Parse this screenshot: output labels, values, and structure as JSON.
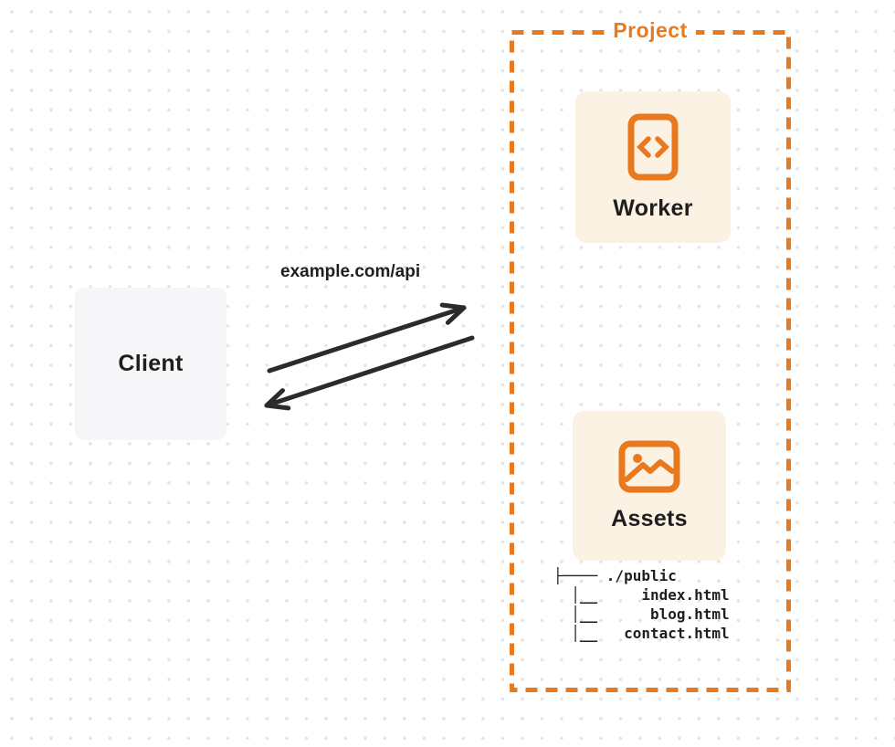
{
  "project": {
    "label": "Project"
  },
  "worker": {
    "label": "Worker",
    "icon": "code-file-icon"
  },
  "assets": {
    "label": "Assets",
    "icon": "image-icon"
  },
  "client": {
    "label": "Client"
  },
  "request": {
    "label": "example.com/api"
  },
  "file_tree": {
    "lines": [
      "├──── ./public",
      "  │__     index.html",
      "  │__      blog.html",
      "  │__   contact.html"
    ]
  },
  "colors": {
    "accent_orange": "#e8791f",
    "card_cream": "#fcf2e3",
    "card_gray": "#f6f6f8",
    "ink": "#1e1e1e",
    "arrow": "#2b2b2b",
    "dot_grid": "#e3e3e7"
  }
}
